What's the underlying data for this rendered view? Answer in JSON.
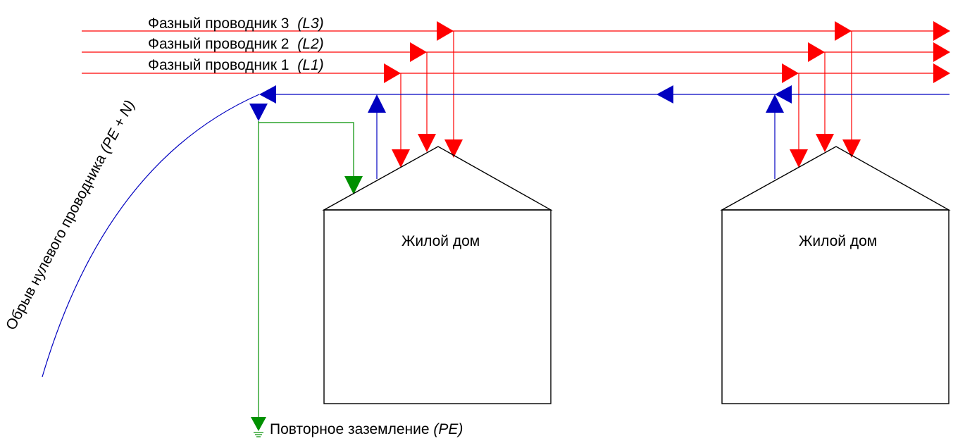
{
  "phase_labels": [
    {
      "name": "Фазный проводник 3",
      "code": "(L3)"
    },
    {
      "name": "Фазный проводник 2",
      "code": "(L2)"
    },
    {
      "name": "Фазный проводник 1",
      "code": "(L1)"
    }
  ],
  "break_label": {
    "text": "Обрыв нулевого проводника ",
    "code": "(PE + N)"
  },
  "houses": [
    {
      "label": "Жилой дом"
    },
    {
      "label": "Жилой дом"
    }
  ],
  "grounding_label": {
    "text": "Повторное заземление ",
    "code": "(PE)"
  },
  "colors": {
    "phase": "#ff0000",
    "pen": "#0000c0",
    "pe": "#009000",
    "outline": "#000000"
  }
}
